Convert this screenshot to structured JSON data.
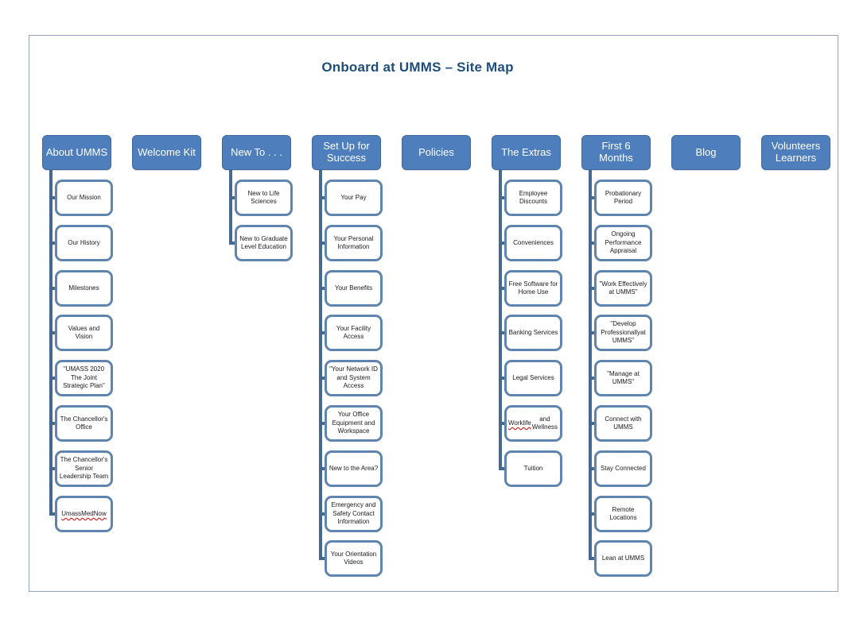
{
  "title": "Onboard at UMMS – Site Map",
  "colors": {
    "header_fill": "#4e7fbc",
    "header_border": "#3f689e",
    "child_border": "#5f84ad",
    "connector": "#44688e",
    "title_text": "#1f4e79",
    "frame_border": "#93a3bb",
    "squiggle": "#cc0000"
  },
  "columns": [
    {
      "label": "About UMMS",
      "children": [
        {
          "label": "Our Mission"
        },
        {
          "label": "Our History"
        },
        {
          "label": "Milestones"
        },
        {
          "label": "Values and Vision"
        },
        {
          "label": "\"UMASS 2020 The Joint Strategic Plan\""
        },
        {
          "label": "The Chancellor's Office"
        },
        {
          "label": "The Chancellor's Senior Leadership Team"
        },
        {
          "label": "UmassMedNow",
          "squiggle": "UmassMedNow"
        }
      ]
    },
    {
      "label": "Welcome Kit",
      "children": []
    },
    {
      "label": "New To . . .",
      "children": [
        {
          "label": "New to Life Sciences"
        },
        {
          "label": "New to Graduate Level Education"
        }
      ]
    },
    {
      "label": "Set Up for Success",
      "children": [
        {
          "label": "Your Pay"
        },
        {
          "label": "Your Personal Information"
        },
        {
          "label": "Your Benefits"
        },
        {
          "label": "Your Facility Access"
        },
        {
          "label": "\"Your Network ID and System Access"
        },
        {
          "label": "Your Office Equipment and Workspace"
        },
        {
          "label": "New to the Area?"
        },
        {
          "label": "Emergency and Safety Contact Information"
        },
        {
          "label": "Your Orientation Videos"
        }
      ]
    },
    {
      "label": "Policies",
      "children": []
    },
    {
      "label": "The Extras",
      "children": [
        {
          "label": "Employee Discounts"
        },
        {
          "label": "Conveniences"
        },
        {
          "label": "Free Software for Home Use"
        },
        {
          "label": "Banking Services"
        },
        {
          "label": "Legal Services"
        },
        {
          "label": "Worklife and Wellness",
          "squiggle": "Worklife"
        },
        {
          "label": "Tuition"
        }
      ]
    },
    {
      "label": "First 6 Months",
      "children": [
        {
          "label": "Probationary Period"
        },
        {
          "label": "Ongoing Performance Appraisal"
        },
        {
          "label": "\"Work Effectively at UMMS\""
        },
        {
          "label": "\"Develop Professionallyat UMMS\""
        },
        {
          "label": "\"Manage at UMMS\""
        },
        {
          "label": "Connect with UMMS"
        },
        {
          "label": "Stay Connected"
        },
        {
          "label": "Remote Locations"
        },
        {
          "label": "Lean at UMMS"
        }
      ]
    },
    {
      "label": "Blog",
      "children": []
    },
    {
      "label": "Volunteers Learners",
      "children": []
    }
  ]
}
